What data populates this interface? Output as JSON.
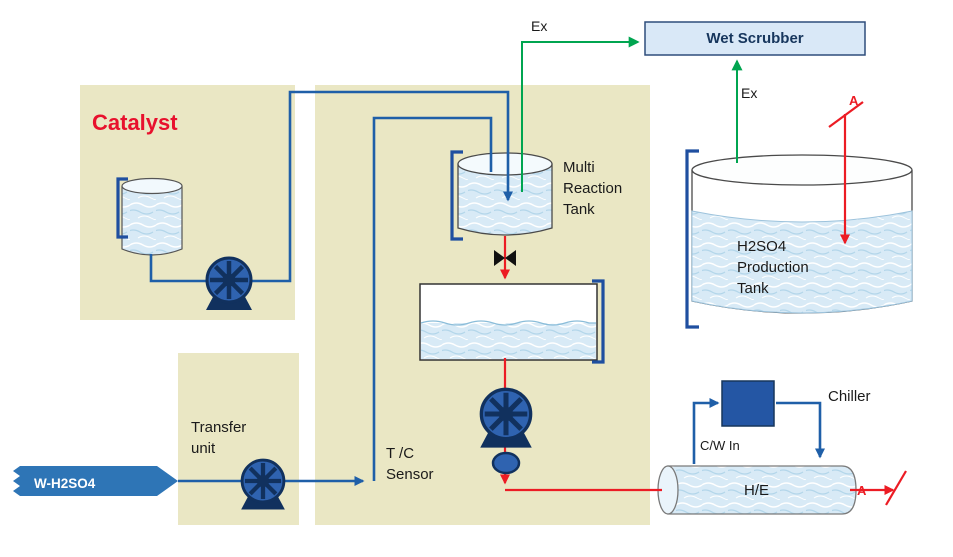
{
  "labels": {
    "catalyst": "Catalyst",
    "wet_scrubber": "Wet Scrubber",
    "ex_scrubber": "Ex",
    "ex_tank": "Ex",
    "point_a_top": "A",
    "point_a_bottom": "A",
    "multi_reaction_tank": "Multi Reaction Tank",
    "h2so4_production_tank": "H2SO4 Production Tank",
    "transfer_unit": "Transfer unit",
    "tc_sensor": "T /C Sensor",
    "feed": "W-H2SO4",
    "chiller": "Chiller",
    "cw_in": "C/W In",
    "heat_exchanger": "H/E"
  },
  "colors": {
    "panel_beige": "#eae7c4",
    "pipe_blue": "#1f5fa8",
    "pipe_green": "#00a550",
    "pipe_red": "#ec1c24",
    "pump_body": "#2f63b0",
    "pump_dark": "#11315e",
    "liquid_light_blue": "#d8eaf6",
    "scrubber_fill": "#d9e8f7",
    "scrubber_stroke": "#2e4d7b",
    "label_navy": "#17365d",
    "banner_blue": "#2e75b6",
    "catalyst_red": "#e8112d"
  },
  "icons": {
    "pump": "centrifugal-pump-wheel",
    "valve": "bowtie-valve",
    "connector_a": "off-page-connector-slash",
    "bracket": "support-bracket"
  }
}
